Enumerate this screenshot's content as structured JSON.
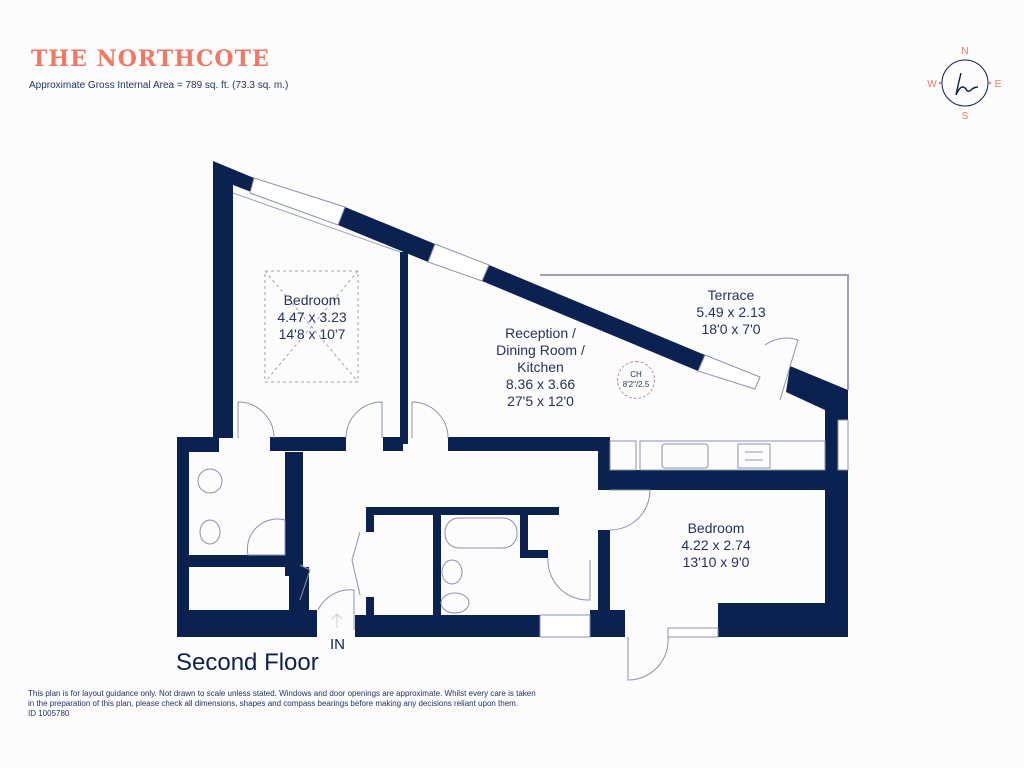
{
  "header": {
    "title": "THE NORTHCOTE",
    "area_text": "Approximate Gross Internal Area  = 789 sq. ft. (73.3 sq. m.)"
  },
  "compass": {
    "n": "N",
    "s": "S",
    "e": "E",
    "w": "W",
    "logo_glyph": "h",
    "accent_color": "#f07864",
    "ring_color": "#0b2150"
  },
  "rooms": [
    {
      "name": "Bedroom",
      "metric": "4.47 x 3.23",
      "imperial": "14'8 x 10'7"
    },
    {
      "name": "Reception / Dining Room / Kitchen",
      "name_lines": [
        "Reception /",
        "Dining Room /",
        "Kitchen"
      ],
      "metric": "8.36 x 3.66",
      "imperial": "27'5 x 12'0"
    },
    {
      "name": "Terrace",
      "metric": "5.49 x 2.13",
      "imperial": "18'0 x 7'0"
    },
    {
      "name": "Bedroom",
      "metric": "4.22 x 2.74",
      "imperial": "13'10 x 9'0"
    }
  ],
  "ceiling_height": {
    "label": "CH",
    "value": "8'2\"/2.5"
  },
  "plan": {
    "floor_label": "Second Floor",
    "entrance_label": "IN",
    "wall_color": "#0b2150"
  },
  "footer": {
    "disclaimer_line1": "This plan is for layout guidance only. Not drawn to scale unless stated. Windows and door openings are approximate. Whilst every care is taken",
    "disclaimer_line2": "in the preparation of this plan, please check all dimensions, shapes and compass bearings before making any decisions reliant upon them.",
    "id": "ID 1005780"
  }
}
